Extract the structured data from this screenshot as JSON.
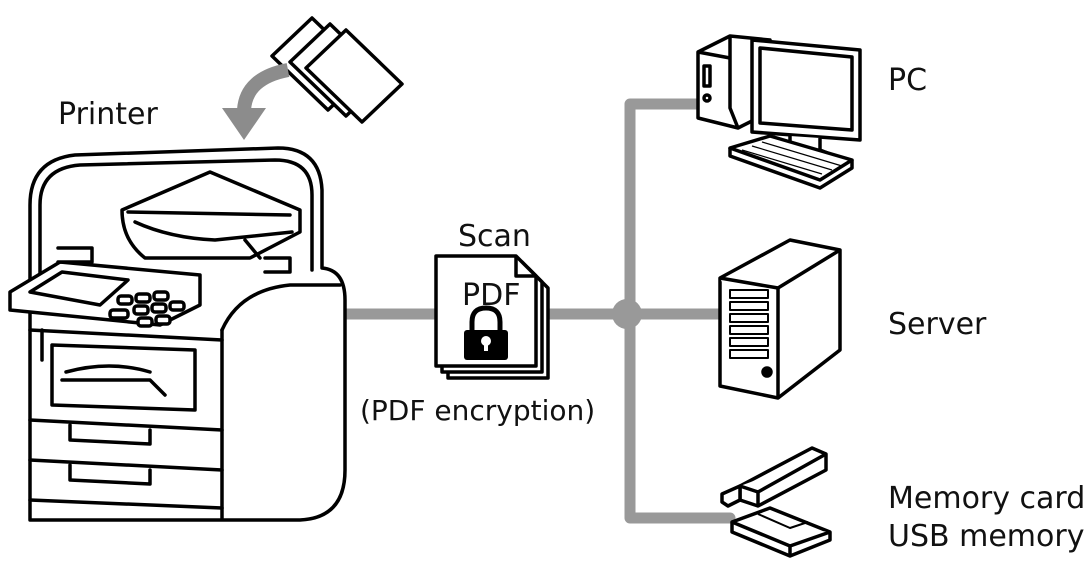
{
  "labels": {
    "printer": "Printer",
    "scan": "Scan",
    "pdf": "PDF",
    "pdf_encryption": "(PDF encryption)",
    "pc": "PC",
    "server": "Server",
    "memory_card": "Memory card",
    "usb_memory": "USB memory"
  },
  "colors": {
    "line": "#999999",
    "outline": "#000000",
    "arrow": "#8c8c8c",
    "fill": "#ffffff"
  },
  "icons": [
    "documents-stack-icon",
    "curved-arrow-icon",
    "printer-icon",
    "pdf-document-icon",
    "lock-icon",
    "pc-icon",
    "server-icon",
    "usb-stick-icon",
    "memory-card-icon"
  ]
}
